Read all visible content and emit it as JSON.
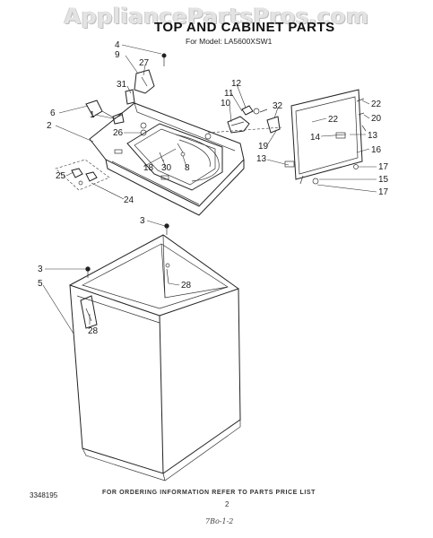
{
  "watermark": "AppliancePartsPros.com",
  "title": "TOP AND CABINET PARTS",
  "model_line": "For Model: LA5600XSW1",
  "doc_number": "3348195",
  "footer_text": "FOR ORDERING INFORMATION REFER TO PARTS PRICE LIST",
  "page_number": "2",
  "handwriting": "7Bo-1-2",
  "callouts": [
    {
      "id": "c-4",
      "label": "4"
    },
    {
      "id": "c-9",
      "label": "9"
    },
    {
      "id": "c-27",
      "label": "27"
    },
    {
      "id": "c-31",
      "label": "31"
    },
    {
      "id": "c-6",
      "label": "6"
    },
    {
      "id": "c-1",
      "label": "1"
    },
    {
      "id": "c-2",
      "label": "2"
    },
    {
      "id": "c-26",
      "label": "26"
    },
    {
      "id": "c-12",
      "label": "12"
    },
    {
      "id": "c-11",
      "label": "11"
    },
    {
      "id": "c-10",
      "label": "10"
    },
    {
      "id": "c-32",
      "label": "32"
    },
    {
      "id": "c-22a",
      "label": "22"
    },
    {
      "id": "c-22b",
      "label": "22"
    },
    {
      "id": "c-20",
      "label": "20"
    },
    {
      "id": "c-14",
      "label": "14"
    },
    {
      "id": "c-13a",
      "label": "13"
    },
    {
      "id": "c-13b",
      "label": "13"
    },
    {
      "id": "c-16",
      "label": "16"
    },
    {
      "id": "c-17a",
      "label": "17"
    },
    {
      "id": "c-17b",
      "label": "17"
    },
    {
      "id": "c-15",
      "label": "15"
    },
    {
      "id": "c-19",
      "label": "19"
    },
    {
      "id": "c-18",
      "label": "18"
    },
    {
      "id": "c-30",
      "label": "30"
    },
    {
      "id": "c-8",
      "label": "8"
    },
    {
      "id": "c-25",
      "label": "25"
    },
    {
      "id": "c-24",
      "label": "24"
    },
    {
      "id": "c-3a",
      "label": "3"
    },
    {
      "id": "c-28a",
      "label": "28"
    },
    {
      "id": "c-3b",
      "label": "3"
    },
    {
      "id": "c-5",
      "label": "5"
    },
    {
      "id": "c-28b",
      "label": "28"
    }
  ]
}
